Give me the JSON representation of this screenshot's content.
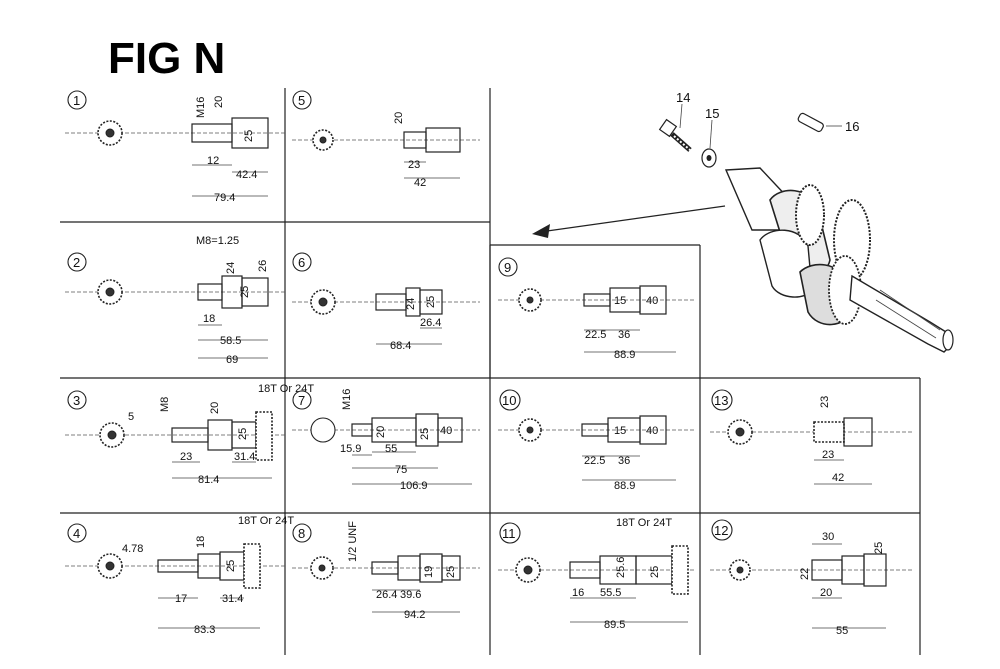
{
  "title": "FIG N",
  "panels": [
    {
      "id": "1",
      "dims": [
        "M16",
        "20",
        "25",
        "12",
        "42.4",
        "79.4"
      ]
    },
    {
      "id": "2",
      "dims": [
        "M8=1.25",
        "24",
        "26",
        "25",
        "18",
        "58.5",
        "69"
      ]
    },
    {
      "id": "3",
      "note": "18T Or 24T",
      "dims": [
        "5",
        "M8",
        "20",
        "25",
        "23",
        "31.4",
        "81.4"
      ]
    },
    {
      "id": "4",
      "note": "18T Or 24T",
      "dims": [
        "4.78",
        "18",
        "25",
        "17",
        "31.4",
        "83.3"
      ]
    },
    {
      "id": "5",
      "dims": [
        "20",
        "23",
        "42"
      ]
    },
    {
      "id": "6",
      "dims": [
        "24",
        "25",
        "26.4",
        "68.4"
      ]
    },
    {
      "id": "7",
      "dims": [
        "M16",
        "20",
        "25",
        "40",
        "15.9",
        "55",
        "75",
        "106.9"
      ]
    },
    {
      "id": "8",
      "dims": [
        "1/2 UNF",
        "19",
        "25",
        "26.4",
        "39.6",
        "94.2"
      ]
    },
    {
      "id": "9",
      "dims": [
        "15",
        "40",
        "22.5",
        "36",
        "88.9"
      ]
    },
    {
      "id": "10",
      "dims": [
        "15",
        "40",
        "22.5",
        "36",
        "88.9"
      ]
    },
    {
      "id": "11",
      "note": "18T Or 24T",
      "dims": [
        "25.6",
        "25",
        "16",
        "55.5",
        "89.5"
      ]
    },
    {
      "id": "12",
      "dims": [
        "30",
        "25",
        "22",
        "20",
        "55"
      ]
    },
    {
      "id": "13",
      "dims": [
        "23",
        "23",
        "42"
      ]
    }
  ],
  "callouts": [
    "14",
    "15",
    "16"
  ]
}
